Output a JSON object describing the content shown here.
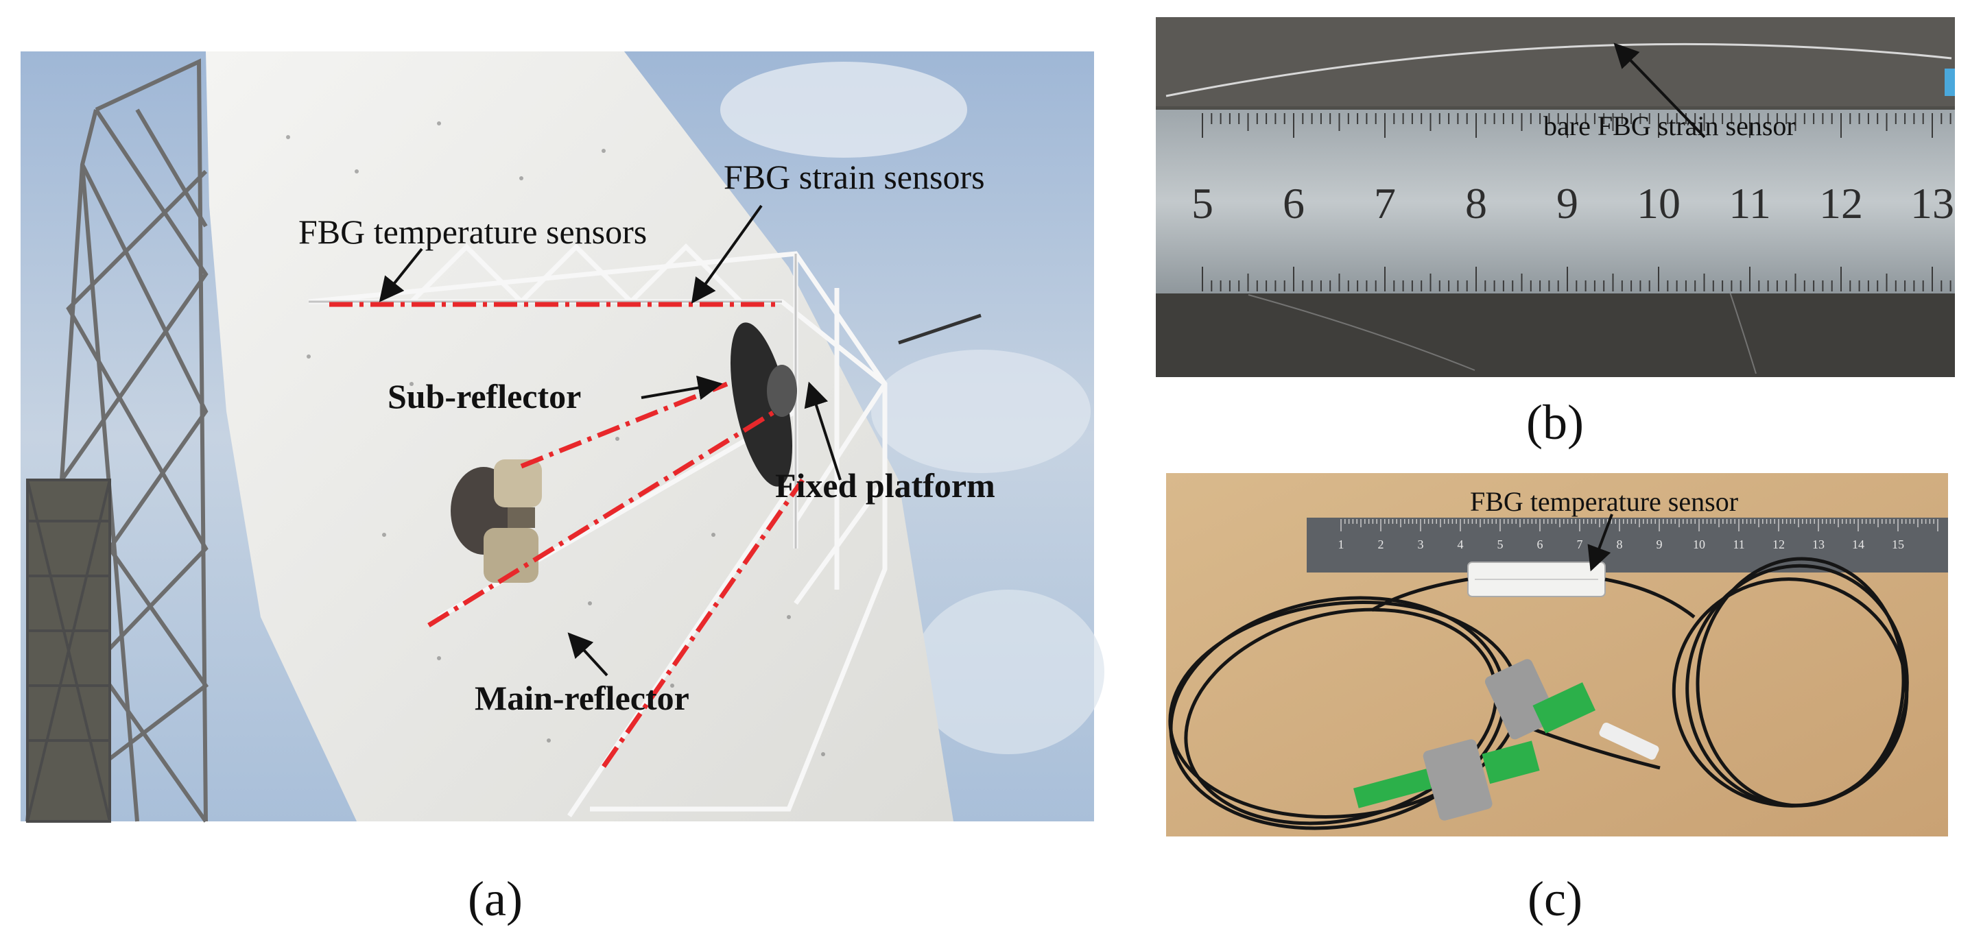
{
  "panels": {
    "a": {
      "caption": "(a)",
      "labels": {
        "strain_sensors": "FBG strain sensors",
        "temperature_sensors": "FBG temperature sensors",
        "sub_reflector": "Sub-reflector",
        "fixed_platform": "Fixed platform",
        "main_reflector": "Main-reflector"
      }
    },
    "b": {
      "caption": "(b)",
      "label": "bare FBG strain sensor",
      "ruler_numbers": [
        "5",
        "6",
        "7",
        "8",
        "9",
        "10",
        "11",
        "12",
        "13"
      ]
    },
    "c": {
      "caption": "(c)",
      "label": "FBG temperature sensor",
      "ruler_numbers": [
        "1",
        "2",
        "3",
        "4",
        "5",
        "6",
        "7",
        "8",
        "9",
        "10",
        "11",
        "12",
        "13",
        "14",
        "15"
      ]
    }
  },
  "colors": {
    "sensor_line": "#e8282b",
    "arrow": "#111111",
    "sky": "#b9cbe0",
    "dish": "#eeeeec"
  }
}
